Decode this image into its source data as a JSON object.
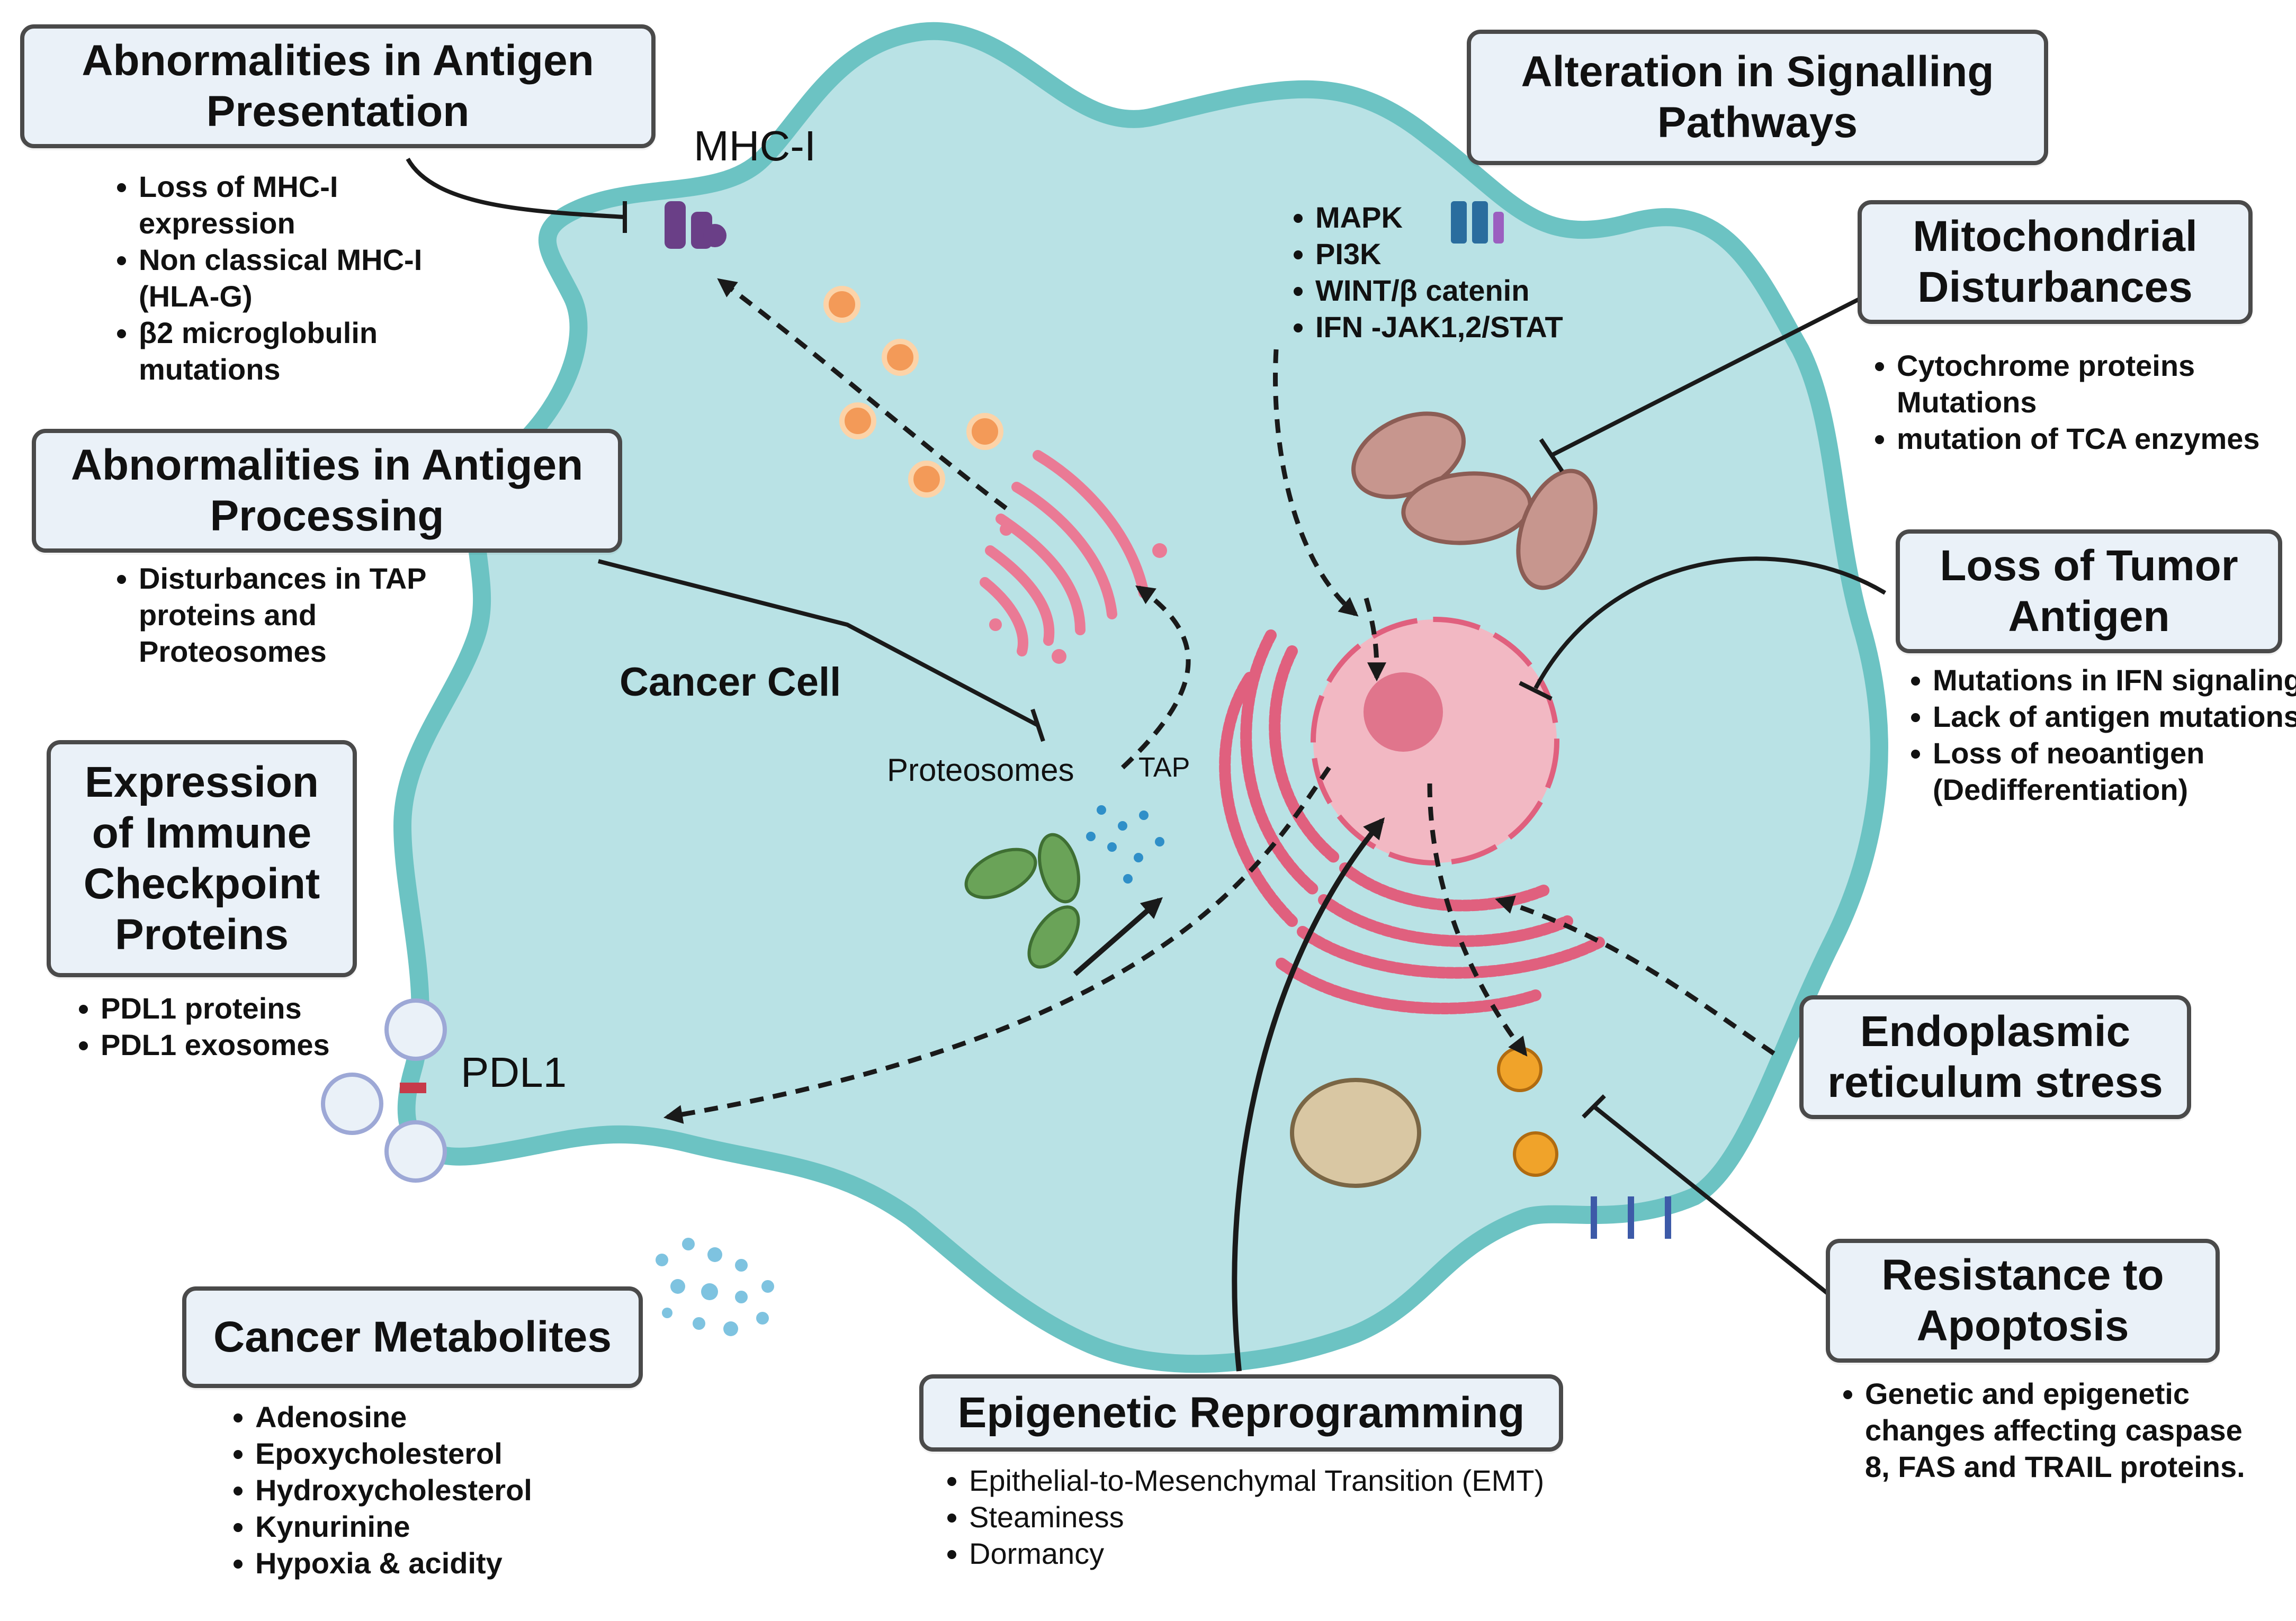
{
  "cell_label": "Cancer Cell",
  "labels": {
    "mhc": "MHC-I",
    "pdl1": "PDL1",
    "proteosomes": "Proteosomes",
    "tap": "TAP"
  },
  "boxes": {
    "antigen_presentation": {
      "title": [
        "Abnormalities in Antigen",
        "Presentation"
      ],
      "items": [
        "Loss of MHC-I expression",
        "Non classical MHC-I (HLA-G)",
        "β2 microglobulin mutations"
      ]
    },
    "antigen_processing": {
      "title": [
        "Abnormalities in Antigen",
        "Processing"
      ],
      "items": [
        "Disturbances in TAP proteins and Proteosomes"
      ]
    },
    "checkpoint": {
      "title": [
        "Expression",
        "of Immune",
        "Checkpoint",
        "Proteins"
      ],
      "items": [
        "PDL1 proteins",
        "PDL1 exosomes"
      ]
    },
    "metabolites": {
      "title": [
        "Cancer Metabolites"
      ],
      "items": [
        "Adenosine",
        "Epoxycholesterol",
        "Hydroxycholesterol",
        "Kynurinine",
        "Hypoxia & acidity"
      ]
    },
    "signalling": {
      "title": [
        "Alteration in Signalling",
        "Pathways"
      ],
      "items": [
        "MAPK",
        "PI3K",
        "WINT/β catenin",
        "IFN -JAK1,2/STAT"
      ]
    },
    "mitochondrial": {
      "title": [
        "Mitochondrial",
        "Disturbances"
      ],
      "items": [
        "Cytochrome proteins Mutations",
        "mutation of TCA enzymes"
      ]
    },
    "tumor_antigen": {
      "title": [
        "Loss of Tumor",
        "Antigen"
      ],
      "items": [
        "Mutations in IFN signaling",
        "Lack of antigen mutations",
        "Loss of neoantigen (Dedifferentiation)"
      ]
    },
    "er_stress": {
      "title": [
        "Endoplasmic",
        "reticulum stress"
      ]
    },
    "apoptosis": {
      "title": [
        "Resistance to",
        "Apoptosis"
      ],
      "items": [
        "Genetic and epigenetic changes affecting caspase 8, FAS and TRAIL proteins."
      ]
    },
    "epigenetic": {
      "title": [
        "Epigenetic Reprogramming"
      ],
      "items": [
        "Epithelial-to-Mesenchymal Transition (EMT)",
        "Steaminess",
        "Dormancy"
      ]
    }
  },
  "colors": {
    "cell_fill": "#b9e2e5",
    "cell_border": "#6cc3c3",
    "nucleus": "#f2b8c3",
    "er": "#e0607e",
    "golgi": "#ea7a95",
    "mitochondria": "#c7968e",
    "green_mito": "#6aa358",
    "box_fill": "#eaf1f8",
    "vesicle": "#f39a58"
  }
}
